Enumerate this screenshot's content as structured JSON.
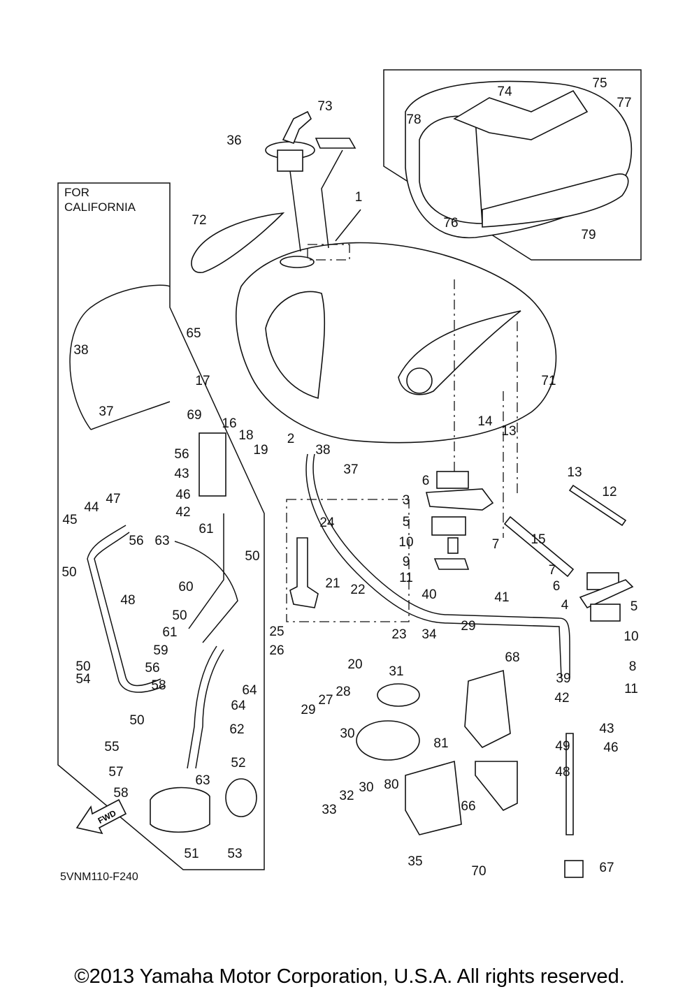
{
  "california_box": {
    "line1": "FOR",
    "line2": "CALIFORNIA"
  },
  "diagram_code": "5VNM110-F240",
  "fwd_arrow_label": "FWD",
  "copyright": "©2013 Yamaha Motor Corporation, U.S.A. All rights reserved.",
  "callouts": [
    "74",
    "75",
    "77",
    "78",
    "76",
    "79",
    "73",
    "36",
    "1",
    "72",
    "65",
    "17",
    "16",
    "18",
    "19",
    "2",
    "38",
    "71",
    "14",
    "13",
    "13",
    "12",
    "6",
    "3",
    "5",
    "10",
    "9",
    "11",
    "7",
    "15",
    "7",
    "6",
    "4",
    "5",
    "10",
    "8",
    "11",
    "37",
    "24",
    "21",
    "22",
    "40",
    "41",
    "25",
    "26",
    "23",
    "20",
    "34",
    "29",
    "68",
    "39",
    "42",
    "43",
    "46",
    "49",
    "48",
    "31",
    "28",
    "27",
    "29",
    "30",
    "81",
    "80",
    "30",
    "32",
    "33",
    "66",
    "35",
    "70",
    "67",
    "38",
    "37",
    "69",
    "56",
    "43",
    "46",
    "47",
    "44",
    "45",
    "42",
    "61",
    "56",
    "63",
    "50",
    "50",
    "48",
    "60",
    "50",
    "61",
    "59",
    "56",
    "50",
    "54",
    "58",
    "64",
    "64",
    "62",
    "50",
    "52",
    "55",
    "57",
    "63",
    "58",
    "51",
    "53"
  ]
}
